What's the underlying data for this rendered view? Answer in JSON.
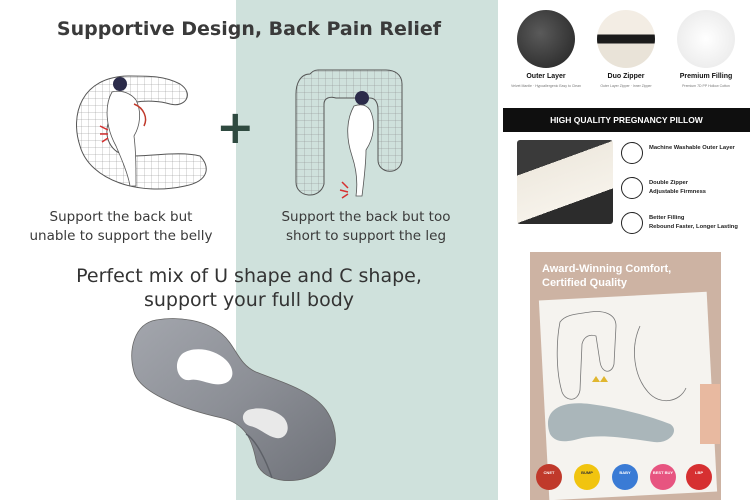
{
  "main": {
    "title": "Supportive Design, Back Pain Relief",
    "plus": "+",
    "caption_left_1": "Support the back but",
    "caption_left_2": "unable to support the belly",
    "caption_right_1": "Support the back but too",
    "caption_right_2": "short to support the leg",
    "subheading_1": "Perfect mix of U shape and C shape,",
    "subheading_2": "support your full body",
    "colors": {
      "teal_band": "#cfe1dc",
      "plus": "#2f4a40",
      "pillow": "#8c8f96"
    }
  },
  "features": {
    "items": [
      {
        "label": "Outer Layer",
        "detail": "Velvet Mantle · Hypoallergenic Easy to Clean"
      },
      {
        "label": "Duo Zipper",
        "detail": "Outer Layer Zipper · Inner Zipper"
      },
      {
        "label": "Premium Filling",
        "detail": "Premium 7D PP Hollow Cotton"
      }
    ],
    "banner": "HIGH QUALITY PREGNANCY PILLOW",
    "rows": [
      {
        "icon": "washer-icon",
        "line1": "Machine Washable Outer Layer",
        "line2": ""
      },
      {
        "icon": "zipper-icon",
        "line1": "Double Zipper",
        "line2": "Adjustable Firmness"
      },
      {
        "icon": "feather-icon",
        "line1": "Better Filling",
        "line2": "Rebound Faster, Longer Lasting"
      }
    ]
  },
  "award": {
    "title_1": "Award-Winning Comfort,",
    "title_2": "Certified Quality",
    "badges": [
      "CNET",
      "BUMP",
      "BABY",
      "BEST BUY",
      "LBP"
    ]
  }
}
